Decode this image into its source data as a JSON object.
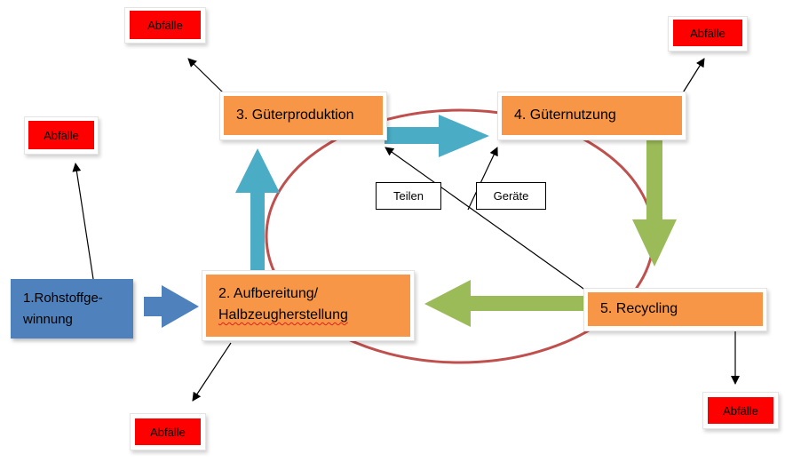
{
  "colors": {
    "waste": "#ff0000",
    "stage": "#f79646",
    "raw": "#4f81bd",
    "teal_arrow": "#4bacc6",
    "green_arrow": "#9bbb59",
    "blue_arrow": "#4f81bd",
    "cycle": "#c0504d",
    "line": "#000000"
  },
  "stages": {
    "rohstoff": {
      "line1": "1.Rohstoffge-",
      "line2": "winnung"
    },
    "aufbereitung": {
      "line1": "2. Aufbereitung/",
      "line2": "Halbzeugherstellung"
    },
    "gueterproduktion": "3. Güterproduktion",
    "gueternutzung": "4. Güternutzung",
    "recycling": "5. Recycling"
  },
  "waste_label": "Abfälle",
  "labels": {
    "teilen": "Teilen",
    "geraete": "Geräte"
  }
}
